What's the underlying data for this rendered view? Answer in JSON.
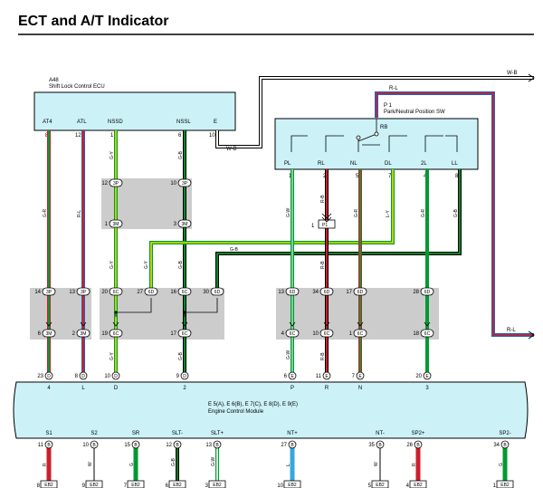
{
  "title": "ECT and A/T Indicator",
  "colors": {
    "ecu_box": "#ccf2f8",
    "splice_box": "#cccccc",
    "G": "#009933",
    "R": "#cc1f2a",
    "Y": "#e8e000",
    "B": "#000000",
    "W": "#ffffff",
    "L": "#2f5fb4",
    "Lb": "#36a8dc"
  },
  "shift_ecu": {
    "code": "A48",
    "name": "Shift Lock Control ECU",
    "pins": [
      {
        "label": "AT4",
        "num": "8"
      },
      {
        "label": "ATL",
        "num": "12"
      },
      {
        "label": "NSSD",
        "num": "1"
      },
      {
        "label": "NSSL",
        "num": "6"
      },
      {
        "label": "E",
        "num": "10"
      }
    ]
  },
  "pnp_switch": {
    "code": "P 1",
    "name": "Park/Neutral Position SW",
    "rb": "RB",
    "terminals": [
      {
        "label": "PL",
        "num": "1"
      },
      {
        "label": "RL",
        "num": "2"
      },
      {
        "label": "NL",
        "num": "5"
      },
      {
        "label": "DL",
        "num": "7"
      },
      {
        "label": "2L",
        "num": "4"
      },
      {
        "label": "LL",
        "num": "8"
      }
    ]
  },
  "ecm": {
    "codes": "E 5(A), E 6(B), E 7(C), E 8(D), E 9(E)",
    "name": "Engine Control Module",
    "top_pins": [
      {
        "num": "23",
        "conn": "D",
        "label": "4"
      },
      {
        "num": "8",
        "conn": "D",
        "label": "L"
      },
      {
        "num": "10",
        "conn": "D",
        "label": "D"
      },
      {
        "num": "9",
        "conn": "D",
        "label": "2"
      },
      {
        "num": "6",
        "conn": "E",
        "label": "P"
      },
      {
        "num": "11",
        "conn": "E",
        "label": "R"
      },
      {
        "num": "7",
        "conn": "E",
        "label": "N"
      },
      {
        "num": "20",
        "conn": "E",
        "label": "3"
      }
    ],
    "bottom_pins": [
      {
        "label": "S1",
        "num": "11",
        "conn": "B",
        "wire": "R",
        "eb": "8",
        "eb_conn": "EB2"
      },
      {
        "label": "S2",
        "num": "10",
        "conn": "B",
        "wire": "W",
        "eb": "9",
        "eb_conn": "EB2"
      },
      {
        "label": "SR",
        "num": "15",
        "conn": "B",
        "wire": "G",
        "eb": "7",
        "eb_conn": "EB2"
      },
      {
        "label": "SLT-",
        "num": "12",
        "conn": "B",
        "wire": "G-B",
        "eb": "6",
        "eb_conn": "EB2"
      },
      {
        "label": "SLT+",
        "num": "13",
        "conn": "B",
        "wire": "G-W",
        "eb": "3",
        "eb_conn": "EB2"
      },
      {
        "label": "NT+",
        "num": "27",
        "conn": "B",
        "wire": "L",
        "eb": "10",
        "eb_conn": "EB2"
      },
      {
        "label": "NT-",
        "num": "35",
        "conn": "B",
        "wire": "W",
        "eb": "5",
        "eb_conn": "EB2"
      },
      {
        "label": "SP2+",
        "num": "26",
        "conn": "B",
        "wire": "R",
        "eb": "4",
        "eb_conn": "EB2"
      },
      {
        "label": "SP2-",
        "num": "34",
        "conn": "B",
        "wire": "G",
        "eb": "1",
        "eb_conn": "EB2"
      }
    ]
  },
  "wires": {
    "w_b": "W-B",
    "r_l": "R-L",
    "g_b": "G-B",
    "g_r": "G-R",
    "g_y": "G-Y",
    "g_w": "G-W",
    "r_b": "R-B",
    "l_y": "L-Y"
  },
  "junctions": {
    "j3P_12": {
      "num": "12",
      "conn": "3P"
    },
    "j3P_10": {
      "num": "10",
      "conn": "3P"
    },
    "j3M_1": {
      "num": "1",
      "conn": "3M"
    },
    "j3M_3": {
      "num": "3",
      "conn": "3M"
    },
    "j3P_14": {
      "num": "14",
      "conn": "3P"
    },
    "j3P_13": {
      "num": "13",
      "conn": "3P"
    },
    "j3M_6": {
      "num": "6",
      "conn": "3M"
    },
    "j3M_2": {
      "num": "2",
      "conn": "3M"
    },
    "j6C_20": {
      "num": "20",
      "conn": "6C"
    },
    "j6D_27": {
      "num": "27",
      "conn": "6D"
    },
    "j6C_16": {
      "num": "16",
      "conn": "6C"
    },
    "j6D_30": {
      "num": "30",
      "conn": "6D"
    },
    "j6C_19": {
      "num": "19",
      "conn": "6C"
    },
    "j6C_17": {
      "num": "17",
      "conn": "6C"
    },
    "j6D_13": {
      "num": "13",
      "conn": "6D"
    },
    "j6D_34": {
      "num": "34",
      "conn": "6D"
    },
    "j6D_17": {
      "num": "17",
      "conn": "6D"
    },
    "j6D_28": {
      "num": "28",
      "conn": "6D"
    },
    "j6C_4": {
      "num": "4",
      "conn": "6C"
    },
    "j6C_10": {
      "num": "10",
      "conn": "6C"
    },
    "j6C_1": {
      "num": "1",
      "conn": "6C"
    },
    "j6C_18": {
      "num": "18",
      "conn": "6C"
    },
    "jP1": {
      "num": "1",
      "conn": "P1"
    }
  }
}
